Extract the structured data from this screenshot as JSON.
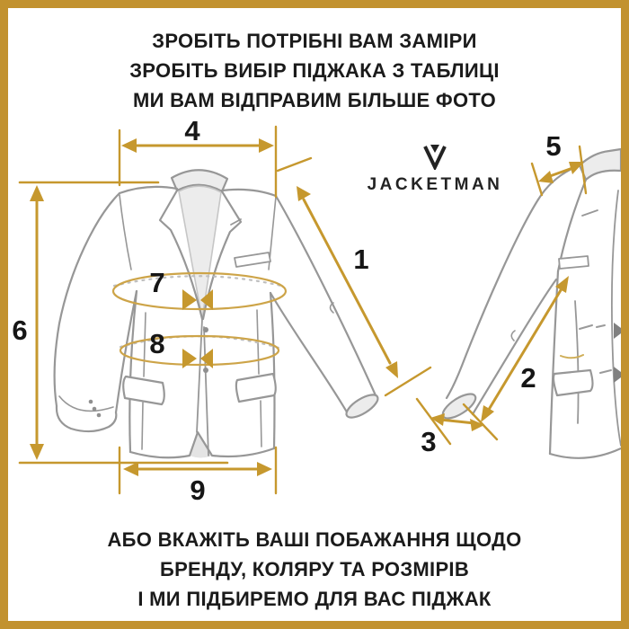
{
  "poster": {
    "header_lines": [
      "ЗРОБІТЬ ПОТРІБНІ ВАМ ЗАМІРИ",
      "ЗРОБІТЬ ВИБІР ПІДЖАКА З ТАБЛИЦІ",
      "МИ ВАМ ВІДПРАВИМ БІЛЬШЕ ФОТО"
    ],
    "footer_lines": [
      "АБО ВКАЖІТЬ ВАШІ ПОБАЖАННЯ ЩОДО",
      "БРЕНДУ, КОЛЯРУ ТА РОЗМІРІВ",
      "І МИ ПІДБИРЕМО ДЛЯ ВАС ПІДЖАК"
    ],
    "brand": {
      "name": "JACKETMAN",
      "icon": "v-monogram-icon"
    },
    "measurement_labels": {
      "m1": "1",
      "m2": "2",
      "m3": "3",
      "m4": "4",
      "m5": "5",
      "m6": "6",
      "m7": "7",
      "m8": "8",
      "m9": "9"
    },
    "colors": {
      "frame_gold": "#c2922f",
      "arrow_gold": "#c6982e",
      "ellipse_gold": "#cda448",
      "text_dark": "#1b1b1b",
      "jacket_outline": "#979797"
    }
  }
}
